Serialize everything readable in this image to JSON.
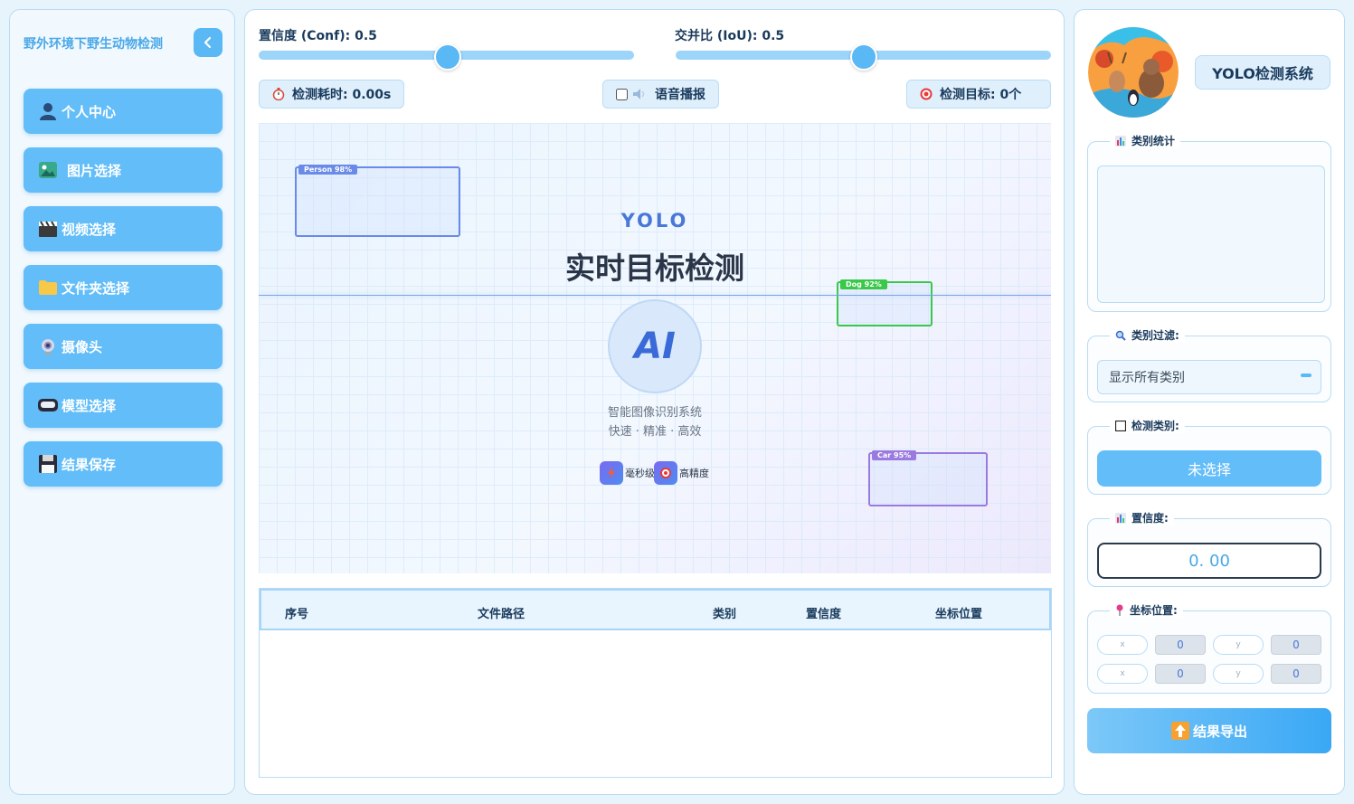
{
  "sidebar": {
    "title": "野外环境下野生动物检测",
    "items": [
      {
        "label": "个人中心",
        "icon": "user-icon"
      },
      {
        "label": "图片选择",
        "icon": "image-icon"
      },
      {
        "label": "视频选择",
        "icon": "clapperboard-icon"
      },
      {
        "label": "文件夹选择",
        "icon": "folder-icon"
      },
      {
        "label": "摄像头",
        "icon": "webcam-icon"
      },
      {
        "label": "模型选择",
        "icon": "vr-headset-icon"
      },
      {
        "label": "结果保存",
        "icon": "floppy-disk-icon"
      }
    ]
  },
  "controls": {
    "conf_label": "置信度 (Conf): 0.5",
    "conf_value": 0.5,
    "iou_label": "交并比 (IoU): 0.5",
    "iou_value": 0.5,
    "time_label": "检测耗时: 0.00s",
    "voice_label": "语音播报",
    "targets_label": "检测目标: 0个"
  },
  "preview": {
    "yolo": "YOLO",
    "title": "实时目标检测",
    "ai": "AI",
    "subtitle1": "智能图像识别系统",
    "subtitle2": "快速 · 精准 · 高效",
    "feature1": "毫秒级",
    "feature2": "高精度",
    "boxes": [
      {
        "label": "Person 98%",
        "color": "#6a8ae8"
      },
      {
        "label": "Dog 92%",
        "color": "#3ac84a"
      },
      {
        "label": "Car 95%",
        "color": "#9a7ae0"
      }
    ]
  },
  "table": {
    "headers": [
      "序号",
      "文件路径",
      "类别",
      "置信度",
      "坐标位置"
    ]
  },
  "right": {
    "system_title": "YOLO检测系统",
    "stats_label": "类别统计",
    "filter_label": "类别过滤:",
    "filter_value": "显示所有类别",
    "class_label": "检测类别:",
    "class_value": "未选择",
    "conf_label": "置信度:",
    "conf_value": "0. 00",
    "coord_label": "坐标位置:",
    "coords": {
      "xmin_label": "x",
      "xmin": "0",
      "ymin_label": "y",
      "ymin": "0",
      "xmax_label": "x",
      "xmax": "0",
      "ymax_label": "y",
      "ymax": "0"
    },
    "export_label": "结果导出"
  },
  "colors": {
    "accent": "#62bdf8",
    "panel_border": "#b8dcf5",
    "text_dark": "#1a3a5c"
  }
}
